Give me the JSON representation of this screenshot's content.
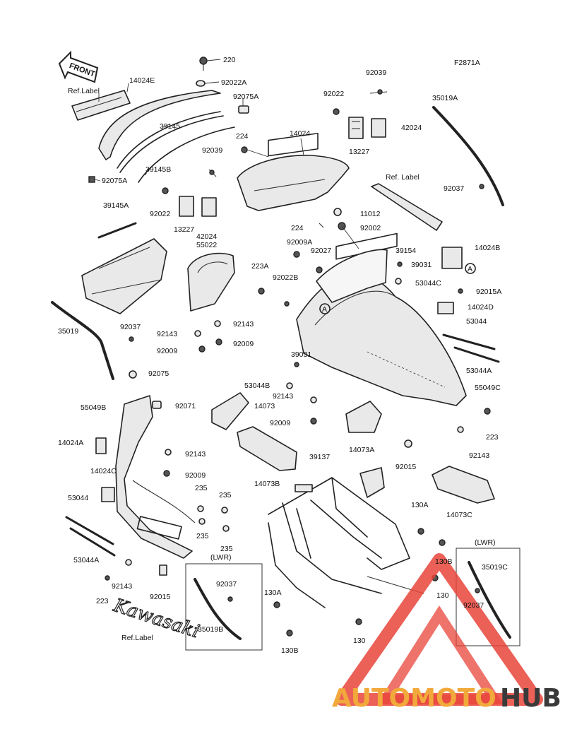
{
  "figure_code": "F2871A",
  "front_arrow_label": "FRONT",
  "brand_decal": "Kawasaki",
  "lwr_boxes": [
    "(LWR)",
    "(LWR)"
  ],
  "callouts": [
    {
      "id": "220",
      "text": "220"
    },
    {
      "id": "92022A",
      "text": "92022A"
    },
    {
      "id": "14024E",
      "text": "14024E"
    },
    {
      "id": "ref-label-1",
      "text": "Ref.Label"
    },
    {
      "id": "92075A-1",
      "text": "92075A"
    },
    {
      "id": "39145",
      "text": "39145"
    },
    {
      "id": "224-1",
      "text": "224"
    },
    {
      "id": "39145B",
      "text": "39145B"
    },
    {
      "id": "92075A-2",
      "text": "92075A"
    },
    {
      "id": "92039-1",
      "text": "92039"
    },
    {
      "id": "92022-1",
      "text": "92022"
    },
    {
      "id": "13227-1",
      "text": "13227"
    },
    {
      "id": "42024-1",
      "text": "42024"
    },
    {
      "id": "14024",
      "text": "14024"
    },
    {
      "id": "92039-2",
      "text": "92039"
    },
    {
      "id": "92022-2",
      "text": "92022"
    },
    {
      "id": "42024-2",
      "text": "42024"
    },
    {
      "id": "13227-2",
      "text": "13227"
    },
    {
      "id": "35019A",
      "text": "35019A"
    },
    {
      "id": "ref-label-2",
      "text": "Ref. Label"
    },
    {
      "id": "92037-1",
      "text": "92037"
    },
    {
      "id": "39145A",
      "text": "39145A"
    },
    {
      "id": "11012",
      "text": "11012"
    },
    {
      "id": "224-2",
      "text": "224"
    },
    {
      "id": "92002",
      "text": "92002"
    },
    {
      "id": "55022",
      "text": "55022"
    },
    {
      "id": "92009A",
      "text": "92009A"
    },
    {
      "id": "92027",
      "text": "92027"
    },
    {
      "id": "39154",
      "text": "39154"
    },
    {
      "id": "14024B",
      "text": "14024B"
    },
    {
      "id": "39031-1",
      "text": "39031"
    },
    {
      "id": "223A",
      "text": "223A"
    },
    {
      "id": "92022B",
      "text": "92022B"
    },
    {
      "id": "53044C",
      "text": "53044C"
    },
    {
      "id": "92015A",
      "text": "92015A"
    },
    {
      "id": "14024D",
      "text": "14024D"
    },
    {
      "id": "35019",
      "text": "35019"
    },
    {
      "id": "92037-2",
      "text": "92037"
    },
    {
      "id": "92143-1",
      "text": "92143"
    },
    {
      "id": "92143-2",
      "text": "92143"
    },
    {
      "id": "92009-1",
      "text": "92009"
    },
    {
      "id": "92009-2",
      "text": "92009"
    },
    {
      "id": "53044",
      "text": "53044"
    },
    {
      "id": "53044A",
      "text": "53044A"
    },
    {
      "id": "39031-2",
      "text": "39031"
    },
    {
      "id": "92075",
      "text": "92075"
    },
    {
      "id": "53044B",
      "text": "53044B"
    },
    {
      "id": "55049C",
      "text": "55049C"
    },
    {
      "id": "92143-3",
      "text": "92143"
    },
    {
      "id": "55049B",
      "text": "55049B"
    },
    {
      "id": "92071",
      "text": "92071"
    },
    {
      "id": "14073",
      "text": "14073"
    },
    {
      "id": "92009-3",
      "text": "92009"
    },
    {
      "id": "14073A",
      "text": "14073A"
    },
    {
      "id": "223-1",
      "text": "223"
    },
    {
      "id": "92143-4",
      "text": "92143"
    },
    {
      "id": "14024A",
      "text": "14024A"
    },
    {
      "id": "92143-5",
      "text": "92143"
    },
    {
      "id": "92009-4",
      "text": "92009"
    },
    {
      "id": "14024C",
      "text": "14024C"
    },
    {
      "id": "39137",
      "text": "39137"
    },
    {
      "id": "92015",
      "text": "92015"
    },
    {
      "id": "14073B",
      "text": "14073B"
    },
    {
      "id": "235-1",
      "text": "235"
    },
    {
      "id": "235-2",
      "text": "235"
    },
    {
      "id": "235-3",
      "text": "235"
    },
    {
      "id": "235-4",
      "text": "235"
    },
    {
      "id": "53044-2",
      "text": "53044"
    },
    {
      "id": "130A-1",
      "text": "130A"
    },
    {
      "id": "14073C",
      "text": "14073C"
    },
    {
      "id": "53044A-2",
      "text": "53044A"
    },
    {
      "id": "130B-1",
      "text": "130B"
    },
    {
      "id": "35019C",
      "text": "35019C"
    },
    {
      "id": "130-1",
      "text": "130"
    },
    {
      "id": "92143-6",
      "text": "92143"
    },
    {
      "id": "92015-2",
      "text": "92015"
    },
    {
      "id": "223-2",
      "text": "223"
    },
    {
      "id": "92037-3",
      "text": "92037"
    },
    {
      "id": "130A-2",
      "text": "130A"
    },
    {
      "id": "92037-4",
      "text": "92037"
    },
    {
      "id": "35019B",
      "text": "35019B"
    },
    {
      "id": "130B-2",
      "text": "130B"
    },
    {
      "id": "130-2",
      "text": "130"
    },
    {
      "id": "ref-label-3",
      "text": "Ref.Label"
    }
  ],
  "ref_marks": [
    "A",
    "A"
  ],
  "watermark": {
    "part1": "AUTOMOTO",
    "part2": "HUB",
    "color1": "#f2a93b",
    "color2": "#3a3a3a",
    "triangle_color": "#e8443a"
  }
}
